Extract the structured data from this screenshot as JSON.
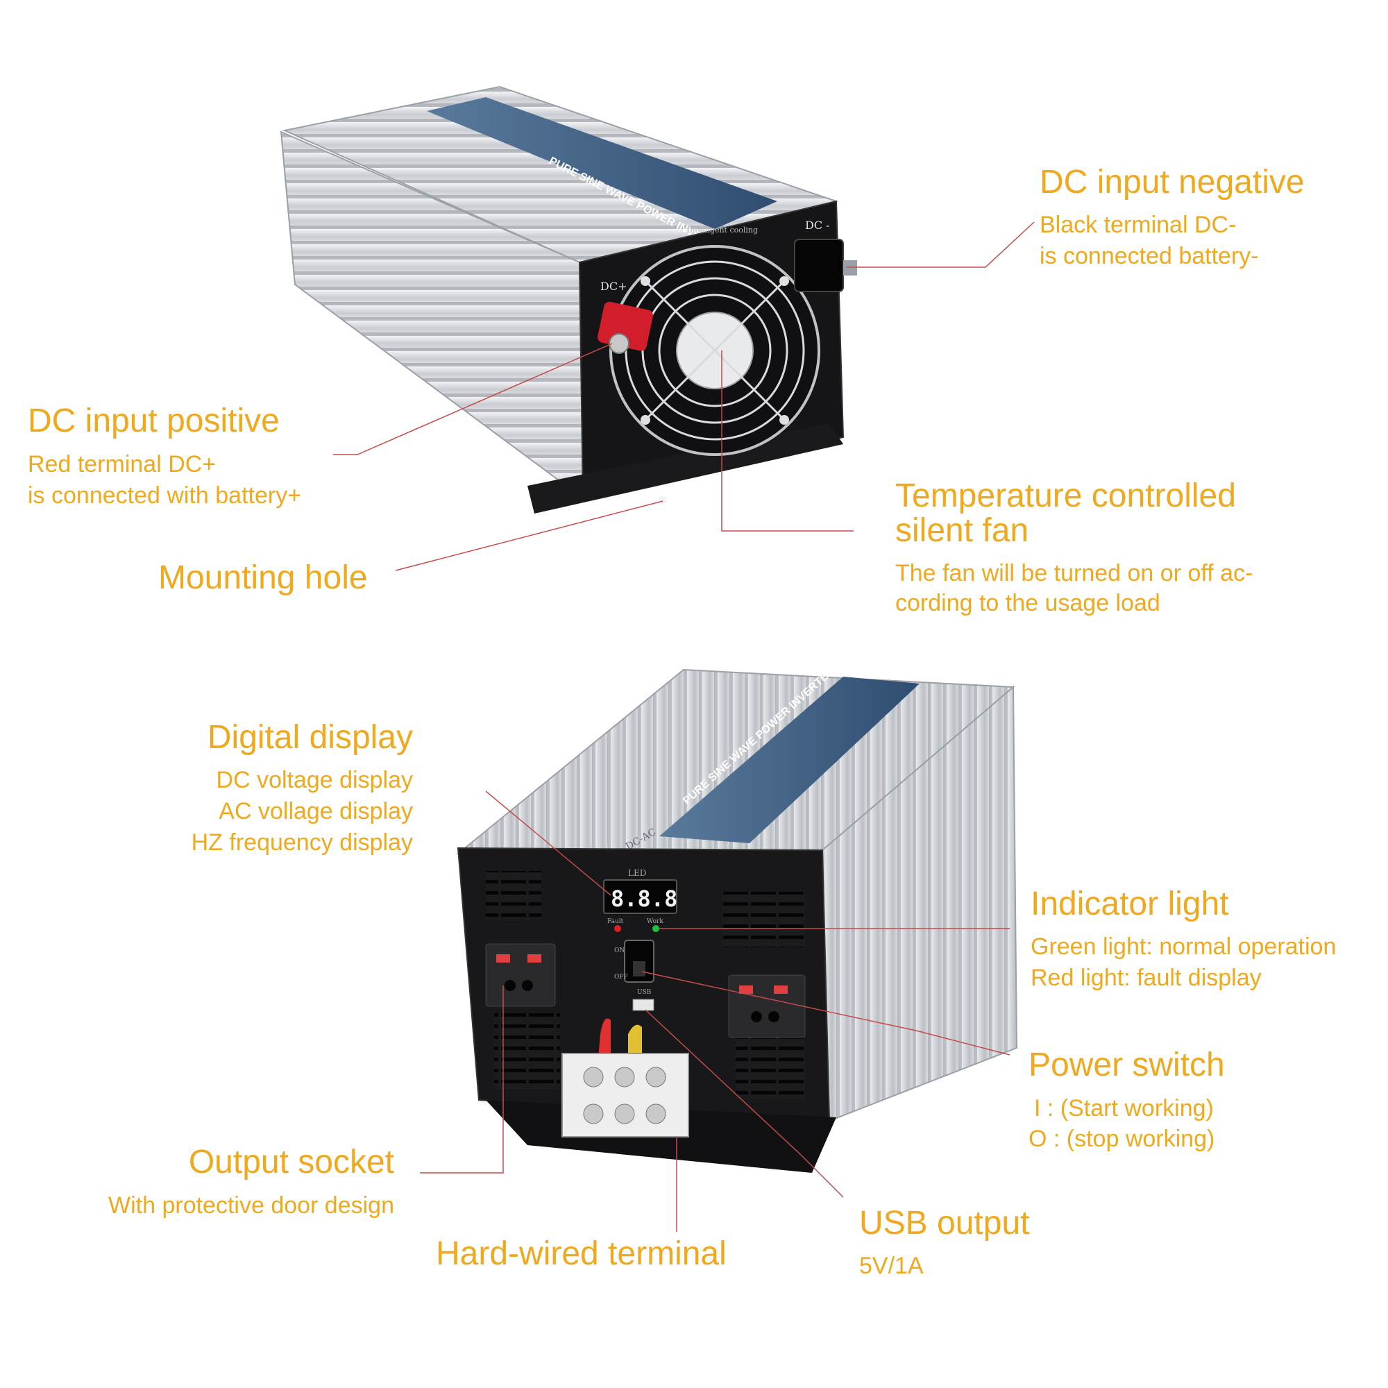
{
  "accent_color": "#F0A81C",
  "leader_color": "#C44B4B",
  "callouts": {
    "dc_negative": {
      "title": "DC input negative",
      "lines": [
        "Black terminal DC-",
        "is connected battery-"
      ]
    },
    "dc_positive": {
      "title": "DC input positive",
      "lines": [
        "Red terminal DC+",
        "is connected with battery+"
      ]
    },
    "mounting_hole": {
      "title": "Mounting hole"
    },
    "fan": {
      "title_lines": [
        "Temperature controlled",
        "silent fan"
      ],
      "lines": [
        "The fan will be turned on or off ac-",
        "cording to the usage load"
      ]
    },
    "digital_display": {
      "title": "Digital display",
      "lines": [
        "DC voltage display",
        "AC vollage display",
        "HZ frequency display"
      ]
    },
    "indicator_light": {
      "title": "Indicator light",
      "lines": [
        "Green light: normal operation",
        "Red light: fault display"
      ]
    },
    "power_switch": {
      "title": "Power switch",
      "lines": [
        "I :  (Start working)",
        "O : (stop working)"
      ]
    },
    "output_socket": {
      "title": "Output socket",
      "lines": [
        "With protective door design"
      ]
    },
    "hardwired_terminal": {
      "title": "Hard-wired terminal"
    },
    "usb_output": {
      "title": "USB output",
      "lines": [
        "5V/1A"
      ]
    }
  },
  "device_markings": {
    "dc_plus": "DC+",
    "dc_minus": "DC -",
    "intelligent_cooling": "Intelligent cooling",
    "label_title": "PURE SINE WAVE POWER INVERTER",
    "led_label": "LED",
    "display_digits": "8.8.8",
    "fault_label": "Fault",
    "work_label": "Work",
    "usb_label": "USB",
    "on_label": "ON",
    "off_label": "OFF",
    "dc_ac_label": "DC-AC"
  }
}
